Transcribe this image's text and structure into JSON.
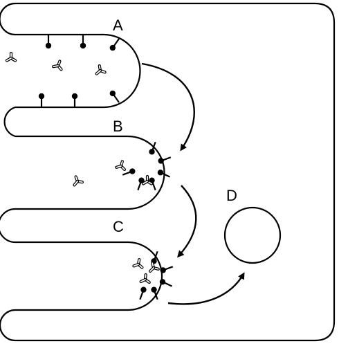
{
  "diagram": {
    "labels": {
      "a": "A",
      "b": "B",
      "c": "C",
      "d": "D"
    },
    "colors": {
      "stroke": "#000000",
      "background": "#ffffff",
      "molecule": "#ffffff"
    },
    "icons": {
      "receptor": "receptor-icon",
      "ligand": "ligand-icon",
      "vesicle": "vesicle-icon",
      "arrow": "arrow-icon"
    }
  }
}
